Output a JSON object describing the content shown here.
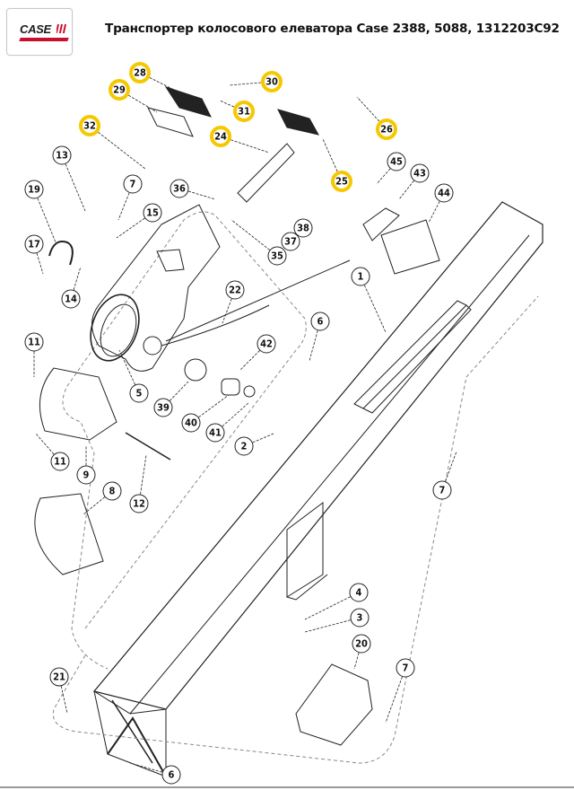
{
  "header": {
    "logo_text": "CASE",
    "title": "Транспортер колосового елеватора Case 2388, 5088, 1312203C92"
  },
  "colors": {
    "highlight": "#f5c800",
    "logo_red": "#c8102e",
    "line": "#222222"
  },
  "callouts": [
    {
      "id": "c28",
      "label": "28",
      "highlighted": true
    },
    {
      "id": "c29",
      "label": "29",
      "highlighted": true
    },
    {
      "id": "c30",
      "label": "30",
      "highlighted": true
    },
    {
      "id": "c31",
      "label": "31",
      "highlighted": true
    },
    {
      "id": "c32",
      "label": "32",
      "highlighted": true
    },
    {
      "id": "c24",
      "label": "24",
      "highlighted": true
    },
    {
      "id": "c26",
      "label": "26",
      "highlighted": true
    },
    {
      "id": "c25",
      "label": "25",
      "highlighted": true
    },
    {
      "id": "c13",
      "label": "13",
      "highlighted": false
    },
    {
      "id": "c7a",
      "label": "7",
      "highlighted": false
    },
    {
      "id": "c19",
      "label": "19",
      "highlighted": false
    },
    {
      "id": "c36",
      "label": "36",
      "highlighted": false
    },
    {
      "id": "c15",
      "label": "15",
      "highlighted": false
    },
    {
      "id": "c45",
      "label": "45",
      "highlighted": false
    },
    {
      "id": "c43",
      "label": "43",
      "highlighted": false
    },
    {
      "id": "c44",
      "label": "44",
      "highlighted": false
    },
    {
      "id": "c17",
      "label": "17",
      "highlighted": false
    },
    {
      "id": "c38",
      "label": "38",
      "highlighted": false
    },
    {
      "id": "c37",
      "label": "37",
      "highlighted": false
    },
    {
      "id": "c35",
      "label": "35",
      "highlighted": false
    },
    {
      "id": "c14",
      "label": "14",
      "highlighted": false
    },
    {
      "id": "c1",
      "label": "1",
      "highlighted": false
    },
    {
      "id": "c22",
      "label": "22",
      "highlighted": false
    },
    {
      "id": "c6a",
      "label": "6",
      "highlighted": false
    },
    {
      "id": "c11a",
      "label": "11",
      "highlighted": false
    },
    {
      "id": "c42",
      "label": "42",
      "highlighted": false
    },
    {
      "id": "c5",
      "label": "5",
      "highlighted": false
    },
    {
      "id": "c39",
      "label": "39",
      "highlighted": false
    },
    {
      "id": "c40",
      "label": "40",
      "highlighted": false
    },
    {
      "id": "c41",
      "label": "41",
      "highlighted": false
    },
    {
      "id": "c2",
      "label": "2",
      "highlighted": false
    },
    {
      "id": "c11b",
      "label": "11",
      "highlighted": false
    },
    {
      "id": "c9",
      "label": "9",
      "highlighted": false
    },
    {
      "id": "c7b",
      "label": "7",
      "highlighted": false
    },
    {
      "id": "c12",
      "label": "12",
      "highlighted": false
    },
    {
      "id": "c8",
      "label": "8",
      "highlighted": false
    },
    {
      "id": "c4",
      "label": "4",
      "highlighted": false
    },
    {
      "id": "c3",
      "label": "3",
      "highlighted": false
    },
    {
      "id": "c20",
      "label": "20",
      "highlighted": false
    },
    {
      "id": "c21",
      "label": "21",
      "highlighted": false
    },
    {
      "id": "c7c",
      "label": "7",
      "highlighted": false
    },
    {
      "id": "c6b",
      "label": "6",
      "highlighted": false
    }
  ]
}
